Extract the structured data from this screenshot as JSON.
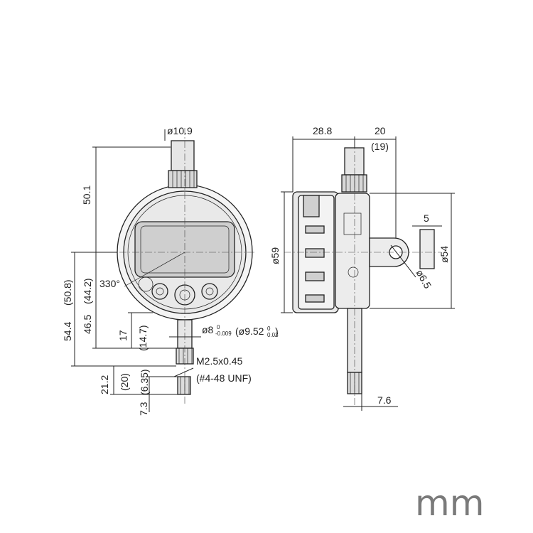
{
  "front_view": {
    "stem_diameter": "ø10.9",
    "height_top": "50.1",
    "angle": "330°",
    "dim_54_4": "54.4",
    "dim_50_8": "(50.8)",
    "dim_46_5": "46.5",
    "dim_44_2": "(44.2)",
    "dim_17": "17",
    "dim_14_7": "(14.7)",
    "stem_dia_main": "ø8",
    "stem_dia_main_sup": "0",
    "stem_dia_main_sub": "-0.009",
    "stem_dia_alt": "(ø9.52",
    "stem_dia_alt_sup": "0",
    "stem_dia_alt_sub": "0.03",
    "stem_dia_alt_close": ")",
    "thread_metric": "M2.5x0.45",
    "thread_unf": "(#4-48 UNF)",
    "dim_21_2": "21.2",
    "dim_20": "(20)",
    "dim_6_35": "(6.35)",
    "dim_7_3": "7.3"
  },
  "side_view": {
    "dim_28_8": "28.8",
    "dim_20": "20",
    "dim_19": "(19)",
    "dim_59": "ø59",
    "dim_5": "5",
    "dim_54": "ø54",
    "dim_6_5": "ø6.5",
    "dim_7_6": "7.6"
  },
  "unit_label": "mm",
  "colors": {
    "line": "#222222",
    "body_fill": "#e9e9e9",
    "lcd_fill": "#cdcdcd",
    "unit_text": "#7a7a7a"
  }
}
